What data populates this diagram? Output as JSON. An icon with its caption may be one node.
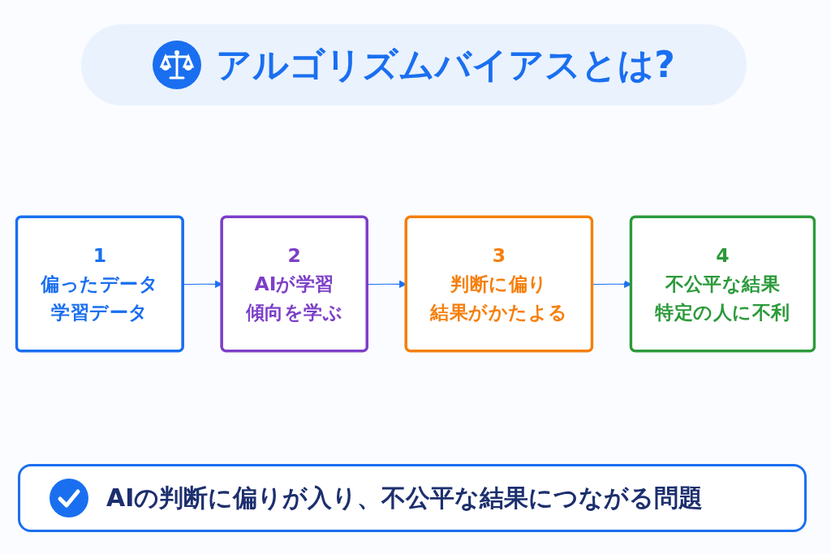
{
  "diagram": {
    "title": "アルゴリズムバイアスとは?",
    "nodes": [
      {
        "text": [
          "1",
          "偏ったデータ",
          "学習データ"
        ]
      },
      {
        "text": [
          "2",
          "AIが学習",
          "傾向を学ぶ"
        ]
      },
      {
        "text": [
          "3",
          "判断に偏り",
          "結果がかたよる"
        ]
      },
      {
        "text": [
          "4",
          "不公平な結果",
          "特定の人に不利"
        ]
      }
    ],
    "edges": [
      {
        "from": 0,
        "to": 1,
        "arrow": "to"
      },
      {
        "from": 1,
        "to": 2,
        "arrow": "to"
      },
      {
        "from": 2,
        "to": 3,
        "arrow": "to"
      }
    ],
    "caption": "AIの判断に偏りが入り、不公平な結果につながる問題"
  }
}
